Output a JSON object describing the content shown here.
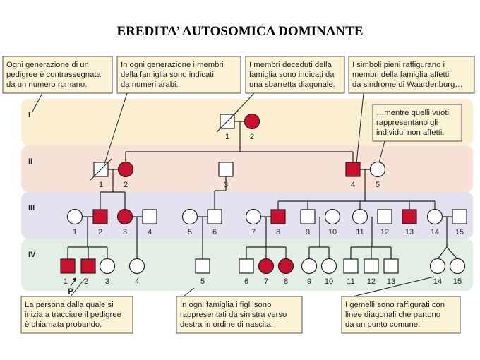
{
  "title": "EREDITA’ AUTOSOMICA DOMINANTE",
  "colors": {
    "affected": "#c8102e",
    "unaffected": "#ffffff",
    "line": "#222222",
    "band_I": "#fbefd2",
    "band_II": "#f8e2d8",
    "band_III": "#e4e2ef",
    "band_IV": "#e3efe4",
    "callout_bg": "#fdf3d6",
    "callout_border": "#555555"
  },
  "generations": [
    "I",
    "II",
    "III",
    "IV"
  ],
  "pedigree": {
    "I": [
      {
        "number": "1",
        "sex": "male",
        "affected": false,
        "deceased": true
      },
      {
        "number": "2",
        "sex": "female",
        "affected": true,
        "deceased": false
      }
    ],
    "II": [
      {
        "number": "1",
        "sex": "male",
        "affected": false,
        "deceased": true
      },
      {
        "number": "2",
        "sex": "female",
        "affected": true,
        "deceased": false
      },
      {
        "number": "3",
        "sex": "male",
        "affected": false,
        "deceased": false
      },
      {
        "number": "4",
        "sex": "male",
        "affected": true,
        "deceased": false
      },
      {
        "number": "5",
        "sex": "female",
        "affected": false,
        "deceased": false
      }
    ],
    "III": [
      {
        "number": "1",
        "sex": "female",
        "affected": false
      },
      {
        "number": "2",
        "sex": "male",
        "affected": true
      },
      {
        "number": "3",
        "sex": "female",
        "affected": true
      },
      {
        "number": "4",
        "sex": "male",
        "affected": false
      },
      {
        "number": "5",
        "sex": "female",
        "affected": false
      },
      {
        "number": "6",
        "sex": "male",
        "affected": false
      },
      {
        "number": "7",
        "sex": "female",
        "affected": false
      },
      {
        "number": "8",
        "sex": "male",
        "affected": true
      },
      {
        "number": "9",
        "sex": "male",
        "affected": false
      },
      {
        "number": "10",
        "sex": "female",
        "affected": false
      },
      {
        "number": "11",
        "sex": "female",
        "affected": false
      },
      {
        "number": "12",
        "sex": "male",
        "affected": false
      },
      {
        "number": "13",
        "sex": "male",
        "affected": true
      },
      {
        "number": "14",
        "sex": "female",
        "affected": false
      },
      {
        "number": "15",
        "sex": "male",
        "affected": false
      }
    ],
    "IV": [
      {
        "number": "1",
        "sex": "male",
        "affected": true
      },
      {
        "number": "2",
        "sex": "male",
        "affected": true
      },
      {
        "number": "3",
        "sex": "female",
        "affected": false
      },
      {
        "number": "4",
        "sex": "female",
        "affected": false
      },
      {
        "number": "5",
        "sex": "male",
        "affected": false
      },
      {
        "number": "6",
        "sex": "male",
        "affected": false
      },
      {
        "number": "7",
        "sex": "female",
        "affected": true
      },
      {
        "number": "8",
        "sex": "female",
        "affected": true
      },
      {
        "number": "9",
        "sex": "female",
        "affected": false
      },
      {
        "number": "10",
        "sex": "female",
        "affected": false
      },
      {
        "number": "11",
        "sex": "male",
        "affected": false
      },
      {
        "number": "12",
        "sex": "male",
        "affected": false
      },
      {
        "number": "13",
        "sex": "male",
        "affected": false
      },
      {
        "number": "14",
        "sex": "female",
        "affected": false
      },
      {
        "number": "15",
        "sex": "female",
        "affected": false
      }
    ]
  },
  "proband_label": "P",
  "callouts": [
    {
      "lines": [
        "Ogni generazione di un",
        "pedigree è contrassegnata",
        "da un numero romano."
      ]
    },
    {
      "lines": [
        "In ogni generazione i membri",
        "della famiglia sono indicati",
        "da numeri arabi."
      ]
    },
    {
      "lines": [
        "I membri deceduti della",
        "famiglia sono indicati da",
        "una sbarretta diagonale."
      ]
    },
    {
      "lines": [
        "I simboli pieni raffigurano i",
        "membri della famiglia affetti",
        "da sindrome di Waardenburg…"
      ]
    },
    {
      "lines": [
        "…mentre quelli vuoti",
        "rappresentano gli",
        "individui non affetti."
      ]
    },
    {
      "lines": [
        "La persona dalla quale si",
        "inizia a tracciare il pedigree",
        "è chiamata probando."
      ]
    },
    {
      "lines": [
        "In ogni famiglia i figli sono",
        "rappresentati da sinistra verso",
        "destra in ordine di nascita."
      ]
    },
    {
      "lines": [
        "I gemelli sono raffigurati con",
        "linee diagonali che partono",
        "da un punto comune."
      ]
    }
  ]
}
